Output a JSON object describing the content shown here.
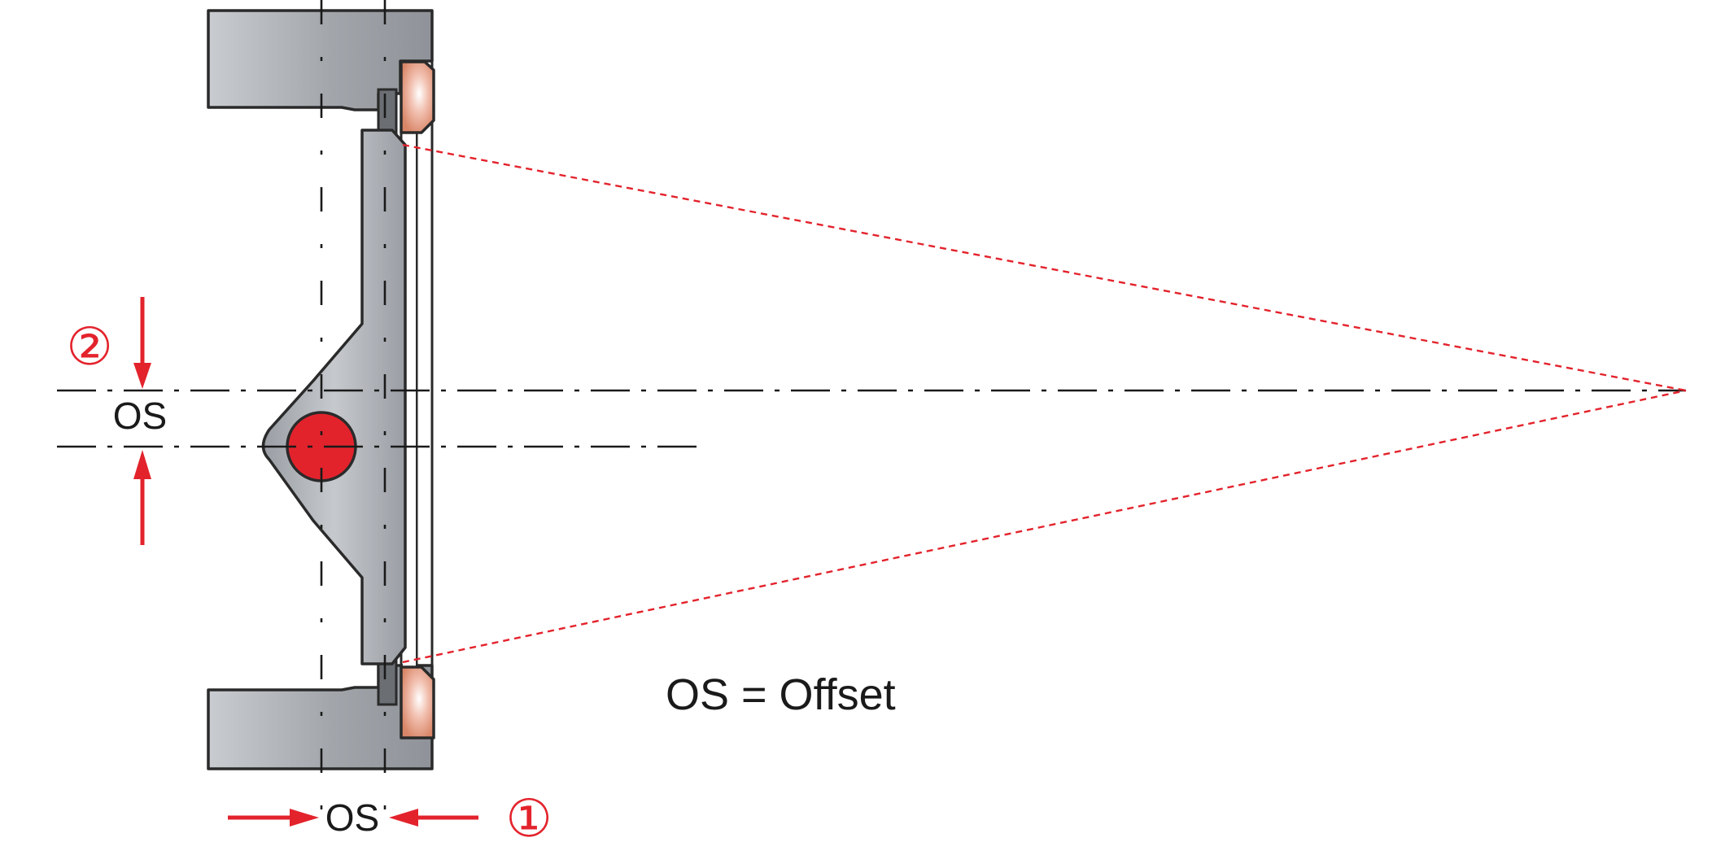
{
  "labels": {
    "offset_vertical": "OS",
    "offset_horizontal": "OS",
    "legend": "OS = Offset",
    "marker_1": "①",
    "marker_2": "②"
  },
  "colors": {
    "accent_red": "#e3232c",
    "steel_dark": "#8f9399",
    "steel_light": "#c9ccd0",
    "pad_copper": "#e9a08a",
    "outline": "#2a2a2a"
  }
}
